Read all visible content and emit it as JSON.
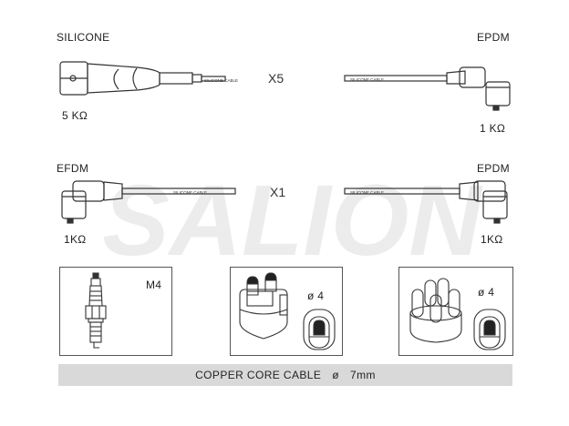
{
  "top_row": {
    "left_material": "SILICONE",
    "right_material": "EPDM",
    "quantity": "X5",
    "left_resistance": "5 KΩ",
    "right_resistance": "1 KΩ",
    "cable_print_left": "SILICONE CABLE",
    "cable_print_right": "SILICONE CABLE"
  },
  "middle_row": {
    "left_material": "EFDM",
    "right_material": "EPDM",
    "quantity": "X1",
    "left_resistance": "1KΩ",
    "right_resistance": "1KΩ",
    "cable_print_left": "SILICONE CABLE",
    "cable_print_right": "SILICONE CABLE"
  },
  "panels": {
    "spark_plug_thread": "M4",
    "coil_diameter": "ø 4",
    "distributor_diameter": "ø 4"
  },
  "footer": {
    "text": "COPPER CORE CABLE",
    "symbol": "ø",
    "size": "7mm"
  },
  "watermark": "SALION",
  "colors": {
    "outline": "#333333",
    "footer_bg": "#d9d9d9",
    "watermark": "#ececec"
  }
}
